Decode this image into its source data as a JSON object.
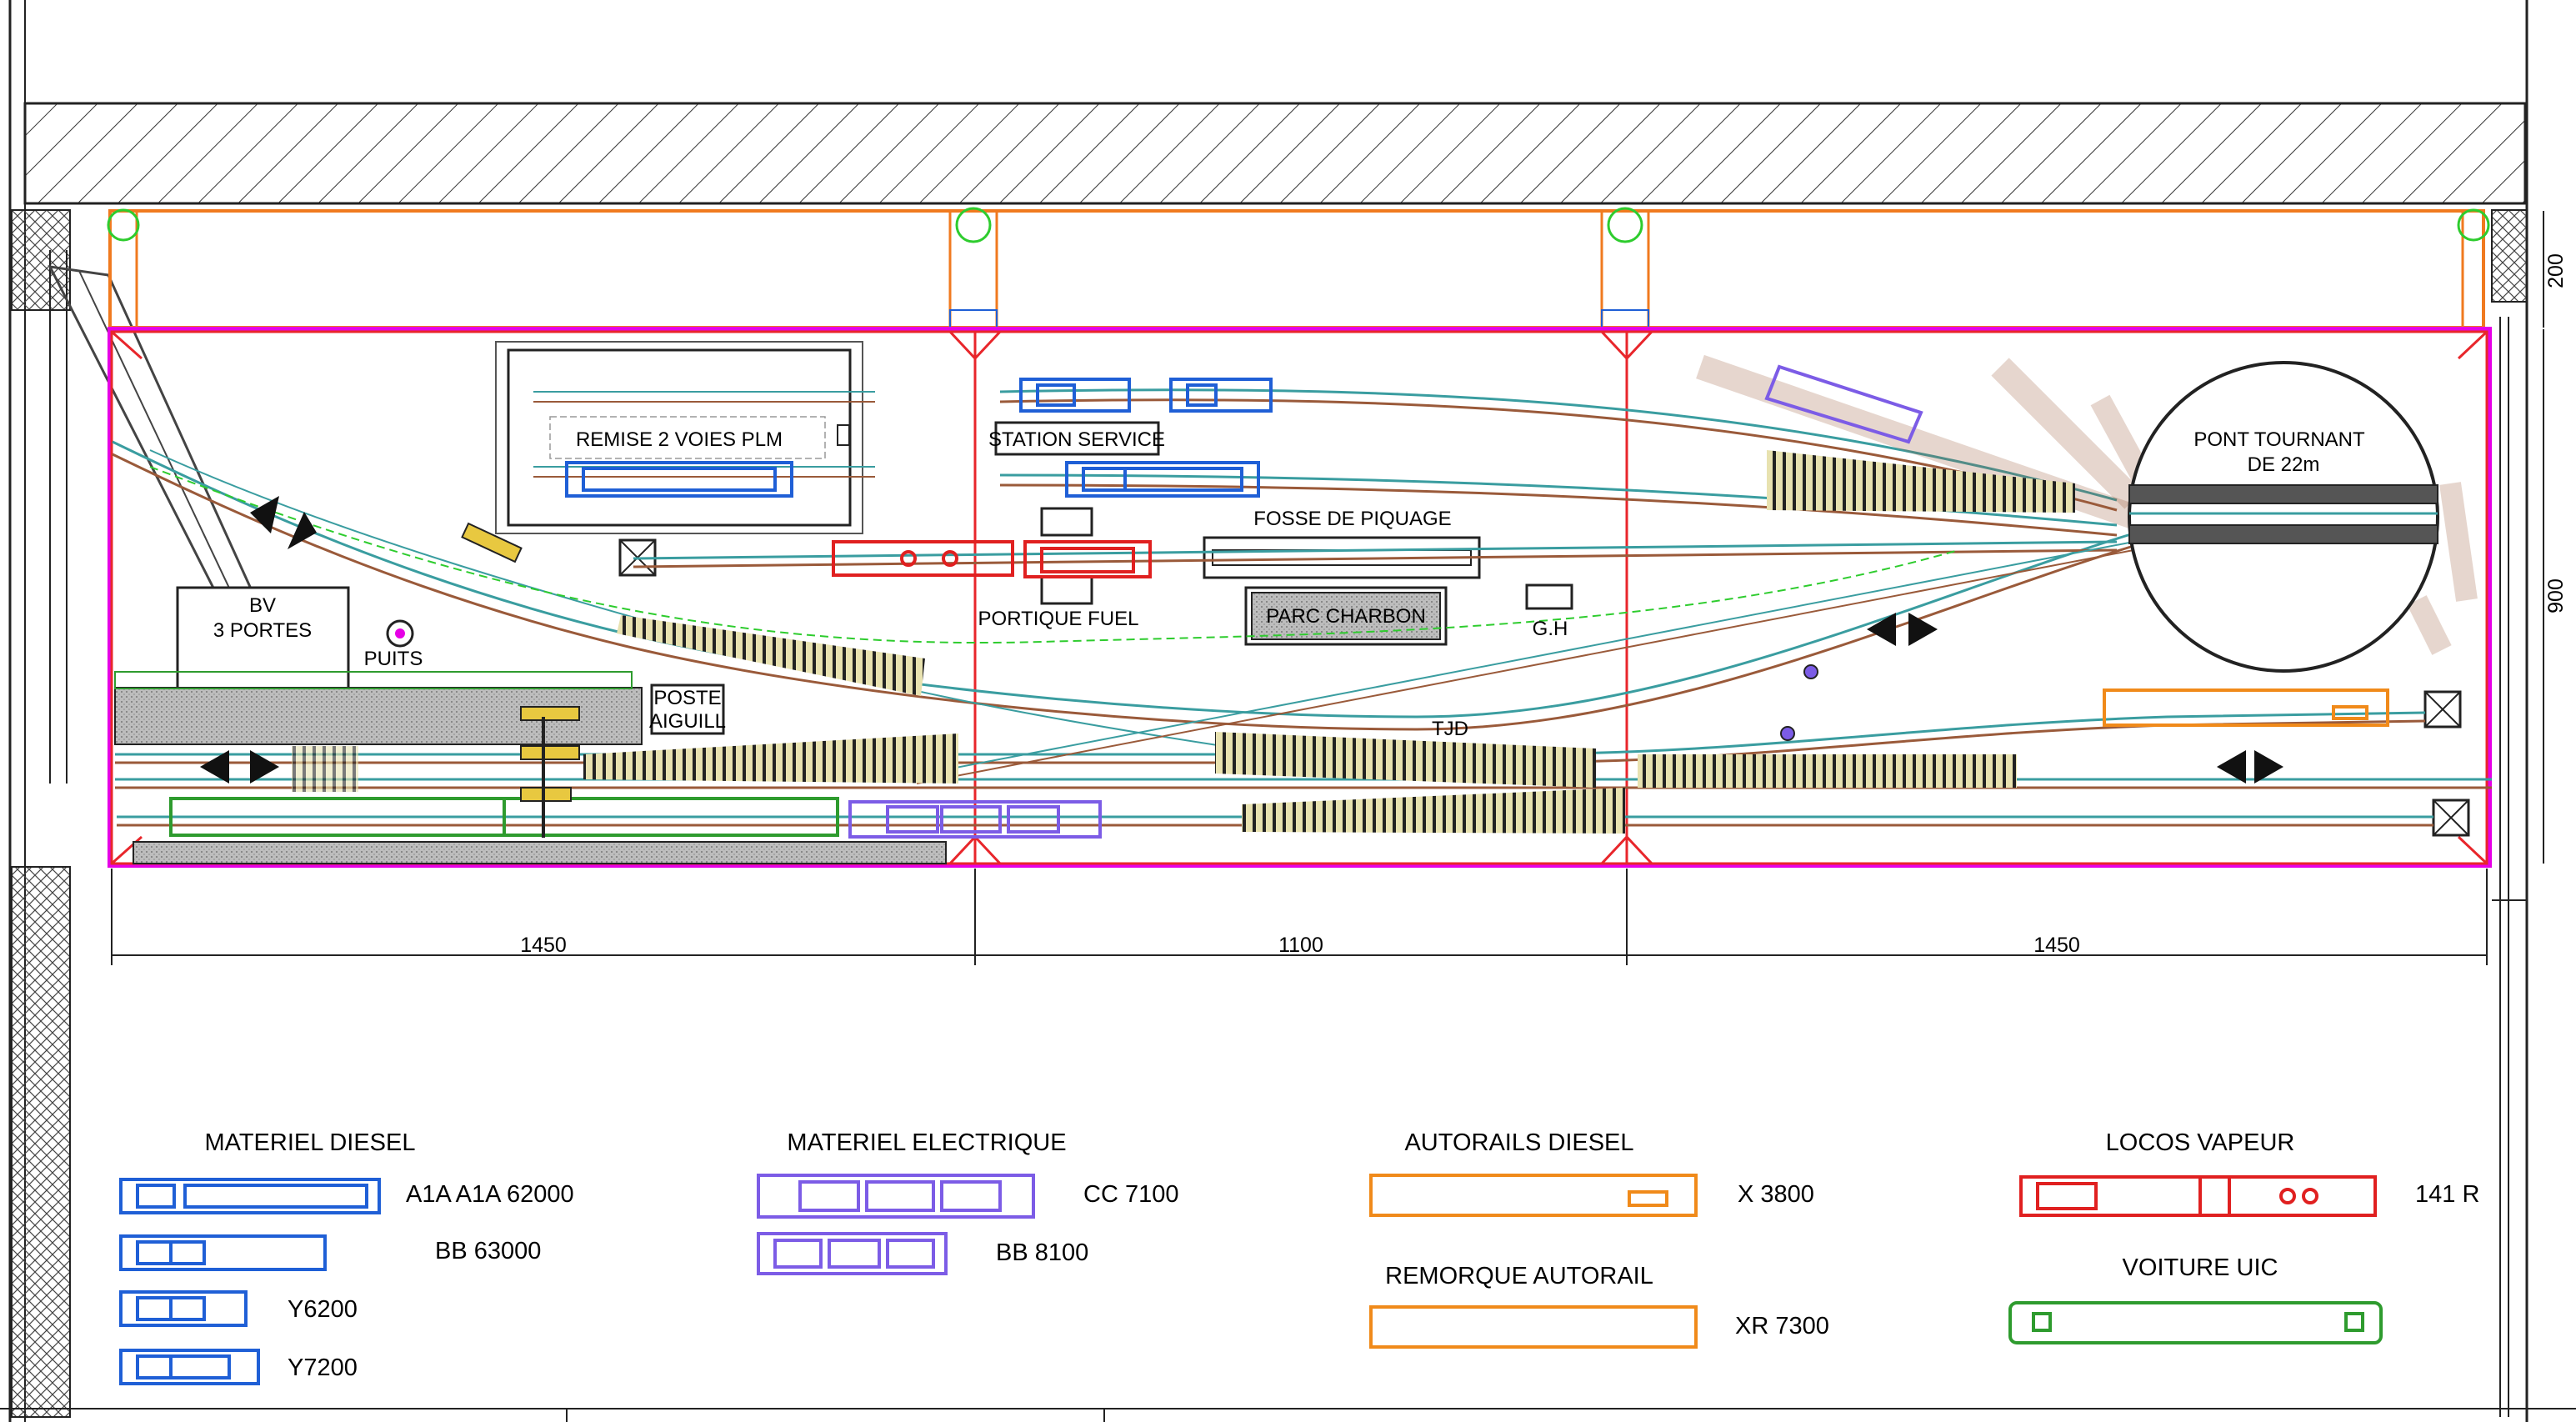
{
  "labels": {
    "remise": "REMISE 2 VOIES PLM",
    "station_service": "STATION SERVICE",
    "fosse": "FOSSE DE PIQUAGE",
    "parc_charbon": "PARC CHARBON",
    "portique": "PORTIQUE FUEL",
    "gh": "G.H",
    "tjd": "TJD",
    "bv_line1": "BV",
    "bv_line2": "3 PORTES",
    "puits": "PUITS",
    "poste_line1": "POSTE",
    "poste_line2": "AIGUILL",
    "pont_line1": "PONT TOURNANT",
    "pont_line2": "DE 22m"
  },
  "dimensions": {
    "section1": "1450",
    "section2": "1100",
    "section3": "1450",
    "depth": "900",
    "wall": "200"
  },
  "legend": {
    "diesel": {
      "title": "MATERIEL DIESEL",
      "items": [
        "A1A A1A 62000",
        "BB 63000",
        "Y6200",
        "Y7200"
      ]
    },
    "electrique": {
      "title": "MATERIEL ELECTRIQUE",
      "items": [
        "CC 7100",
        "BB 8100"
      ]
    },
    "autorails": {
      "title": "AUTORAILS DIESEL",
      "items": [
        "X 3800"
      ]
    },
    "remorque": {
      "title": "REMORQUE  AUTORAIL",
      "items": [
        "XR 7300"
      ]
    },
    "vapeur": {
      "title": "LOCOS VAPEUR",
      "items": [
        "141 R"
      ]
    },
    "uic": {
      "title": "VOITURE UIC"
    }
  },
  "colors": {
    "frame": "#e8262b",
    "baseboard": "#e600e6",
    "module": "#f07a1f",
    "diesel": "#1f5fd6",
    "electric": "#7c5ce6",
    "autorail": "#f08a1a",
    "steam": "#e02020",
    "uic": "#2e9b2e",
    "track_teal": "#3a9da0",
    "track_brown": "#9a5a3a",
    "support": "#2ecc2e"
  }
}
